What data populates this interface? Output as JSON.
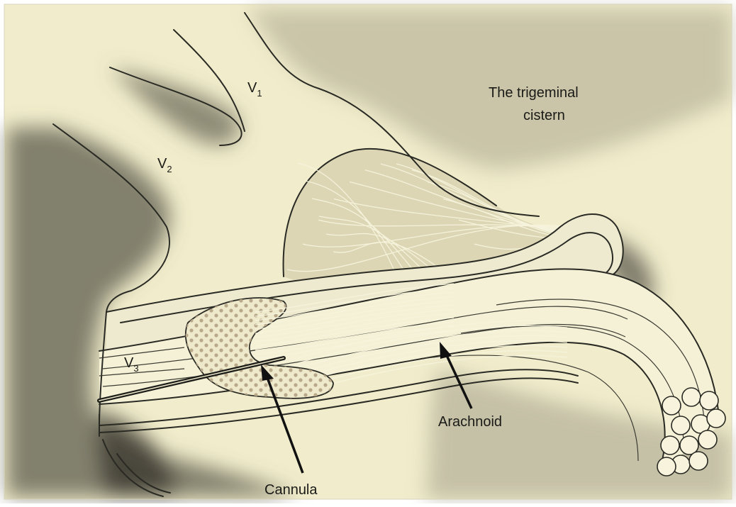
{
  "labels": {
    "v1": {
      "main": "V",
      "sub": "1"
    },
    "v2": {
      "main": "V",
      "sub": "2"
    },
    "v3": {
      "main": "V",
      "sub": "3"
    },
    "cistern_line1": "The trigeminal",
    "cistern_line2": "cistern",
    "arachnoid": "Arachnoid",
    "cannula": "Cannula"
  },
  "colors": {
    "background": "#ffffff",
    "paper": "#f1edcc",
    "shadow": "#6f6c5c",
    "nerve": "#f5f1d6",
    "ink": "#2a2a24",
    "stipple": "#b8a98a"
  }
}
